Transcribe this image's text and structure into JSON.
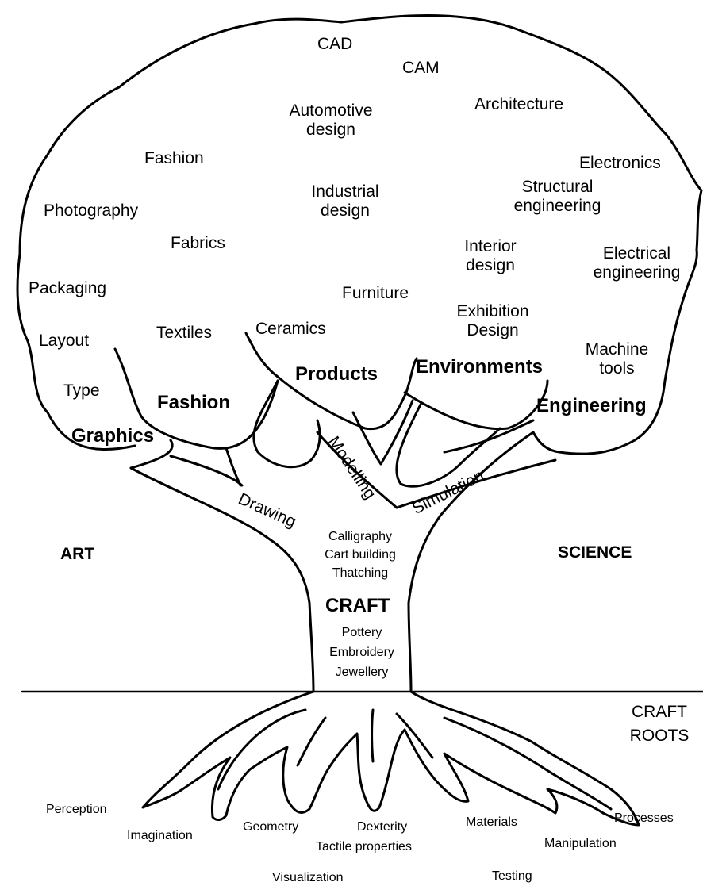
{
  "canopy": {
    "terms": [
      "CAD",
      "CAM",
      "Automotive\ndesign",
      "Architecture",
      "Fashion",
      "Electronics",
      "Industrial\ndesign",
      "Structural\nengineering",
      "Photography",
      "Fabrics",
      "Interior\ndesign",
      "Electrical\nengineering",
      "Packaging",
      "Furniture",
      "Exhibition\nDesign",
      "Layout",
      "Textiles",
      "Ceramics",
      "Machine\ntools",
      "Type"
    ],
    "branches": [
      "Products",
      "Environments",
      "Fashion",
      "Engineering",
      "Graphics"
    ],
    "limbs": [
      "Modelling",
      "Drawing",
      "Simulation"
    ]
  },
  "sides": {
    "left": "ART",
    "right": "SCIENCE"
  },
  "trunk": {
    "upper": [
      "Calligraphy",
      "Cart building",
      "Thatching"
    ],
    "title": "CRAFT",
    "lower": [
      "Pottery",
      "Embroidery",
      "Jewellery"
    ]
  },
  "roots": {
    "title": [
      "CRAFT",
      "ROOTS"
    ],
    "items": [
      "Perception",
      "Imagination",
      "Geometry",
      "Dexterity",
      "Tactile properties",
      "Materials",
      "Processes",
      "Manipulation",
      "Visualization",
      "Testing"
    ]
  }
}
